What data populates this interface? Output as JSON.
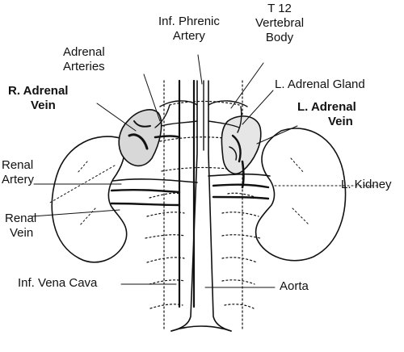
{
  "labels": {
    "inf_phrenic_artery": [
      "Inf. Phrenic",
      "Artery"
    ],
    "t12_vertebral_body": [
      "T 12",
      "Vertebral",
      "Body"
    ],
    "adrenal_arteries": [
      "Adrenal",
      "Arteries"
    ],
    "r_adrenal_vein": [
      "R. Adrenal",
      "Vein"
    ],
    "l_adrenal_gland": "L. Adrenal Gland",
    "l_adrenal_vein": [
      "L. Adrenal",
      "Vein"
    ],
    "renal_artery": [
      "Renal",
      "Artery"
    ],
    "l_kidney": "L. Kidney",
    "renal_vein": [
      "Renal",
      "Vein"
    ],
    "inf_vena_cava": "Inf. Vena Cava",
    "aorta": "Aorta"
  }
}
